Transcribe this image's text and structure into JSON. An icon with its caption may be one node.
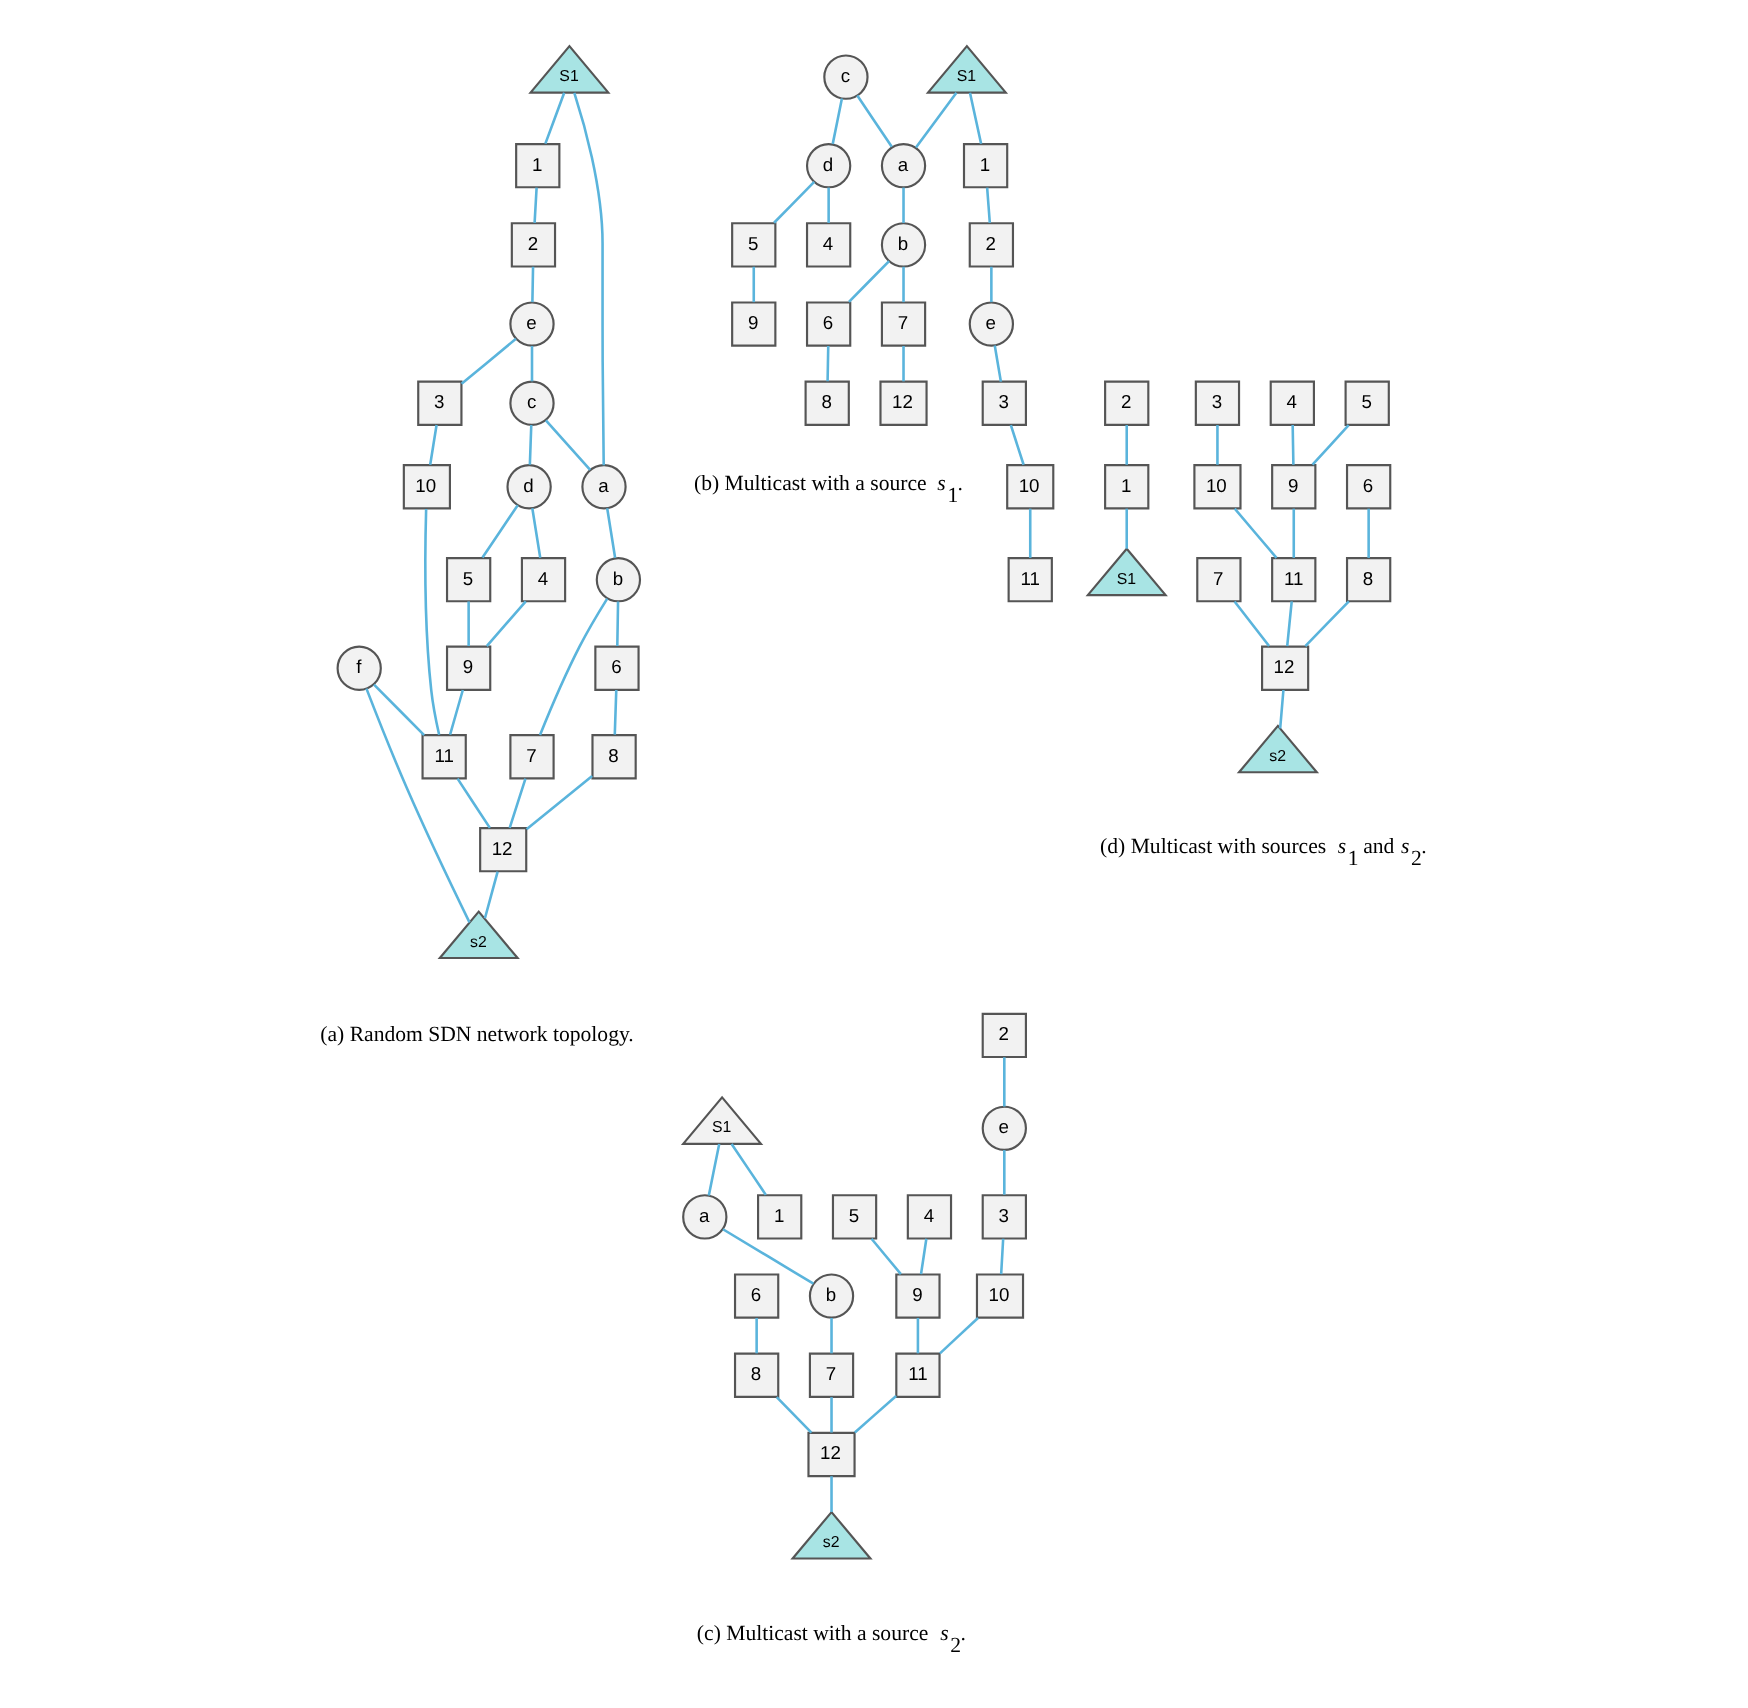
{
  "diagram": {
    "nodes": [
      {
        "text": [
          "S1"
        ]
      },
      {
        "text": [
          "1"
        ]
      },
      {
        "text": [
          "a"
        ]
      },
      {
        "text": [
          "c"
        ]
      },
      {
        "text": [
          "2"
        ]
      },
      {
        "text": [
          "e"
        ]
      },
      {
        "text": [
          "b"
        ]
      },
      {
        "text": [
          "d"
        ]
      },
      {
        "text": [
          "6"
        ]
      },
      {
        "text": [
          "3"
        ]
      },
      {
        "text": [
          "4"
        ]
      },
      {
        "text": [
          "5"
        ]
      },
      {
        "text": [
          "7"
        ]
      },
      {
        "text": [
          "9"
        ]
      },
      {
        "text": [
          "10"
        ]
      },
      {
        "text": [
          "8"
        ]
      },
      {
        "text": [
          "f"
        ]
      },
      {
        "text": [
          "11"
        ]
      },
      {
        "text": [
          "12"
        ]
      },
      {
        "text": [
          "s2"
        ]
      },
      {
        "text": [
          "S1"
        ]
      },
      {
        "text": [
          "1"
        ]
      },
      {
        "text": [
          "a"
        ]
      },
      {
        "text": [
          "c"
        ]
      },
      {
        "text": [
          "2"
        ]
      },
      {
        "text": [
          "e"
        ]
      },
      {
        "text": [
          "b"
        ]
      },
      {
        "text": [
          "d"
        ]
      },
      {
        "text": [
          "6"
        ]
      },
      {
        "text": [
          "3"
        ]
      },
      {
        "text": [
          "4"
        ]
      },
      {
        "text": [
          "5"
        ]
      },
      {
        "text": [
          "7"
        ]
      },
      {
        "text": [
          "9"
        ]
      },
      {
        "text": [
          "10"
        ]
      },
      {
        "text": [
          "8"
        ]
      },
      {
        "text": [
          "11"
        ]
      },
      {
        "text": [
          "12"
        ]
      },
      {
        "text": [
          "S1"
        ]
      },
      {
        "text": [
          "1"
        ]
      },
      {
        "text": [
          "a"
        ]
      },
      {
        "text": [
          "2"
        ]
      },
      {
        "text": [
          "e"
        ]
      },
      {
        "text": [
          "b"
        ]
      },
      {
        "text": [
          "6"
        ]
      },
      {
        "text": [
          "3"
        ]
      },
      {
        "text": [
          "4"
        ]
      },
      {
        "text": [
          "5"
        ]
      },
      {
        "text": [
          "7"
        ]
      },
      {
        "text": [
          "9"
        ]
      },
      {
        "text": [
          "10"
        ]
      },
      {
        "text": [
          "8"
        ]
      },
      {
        "text": [
          "11"
        ]
      },
      {
        "text": [
          "12"
        ]
      },
      {
        "text": [
          "s2"
        ]
      },
      {
        "text": [
          "S1"
        ]
      },
      {
        "text": [
          "1"
        ]
      },
      {
        "text": [
          "2"
        ]
      },
      {
        "text": [
          "6"
        ]
      },
      {
        "text": [
          "3"
        ]
      },
      {
        "text": [
          "4"
        ]
      },
      {
        "text": [
          "5"
        ]
      },
      {
        "text": [
          "7"
        ]
      },
      {
        "text": [
          "9"
        ]
      },
      {
        "text": [
          "10"
        ]
      },
      {
        "text": [
          "8"
        ]
      },
      {
        "text": [
          "11"
        ]
      },
      {
        "text": [
          "12"
        ]
      },
      {
        "text": [
          "s2"
        ]
      }
    ],
    "edges": [
      {
        "from": 0,
        "to": 1,
        "arrow": "none"
      },
      {
        "from": 0,
        "to": 2,
        "arrow": "none"
      },
      {
        "from": 1,
        "to": 4,
        "arrow": "none"
      },
      {
        "from": 4,
        "to": 5,
        "arrow": "none"
      },
      {
        "from": 5,
        "to": 3,
        "arrow": "none"
      },
      {
        "from": 3,
        "to": 2,
        "arrow": "none"
      },
      {
        "from": 2,
        "to": 6,
        "arrow": "none"
      },
      {
        "from": 3,
        "to": 7,
        "arrow": "none"
      },
      {
        "from": 5,
        "to": 9,
        "arrow": "none"
      },
      {
        "from": 7,
        "to": 10,
        "arrow": "none"
      },
      {
        "from": 7,
        "to": 11,
        "arrow": "none"
      },
      {
        "from": 10,
        "to": 13,
        "arrow": "none"
      },
      {
        "from": 11,
        "to": 13,
        "arrow": "none"
      },
      {
        "from": 9,
        "to": 14,
        "arrow": "none"
      },
      {
        "from": 14,
        "to": 17,
        "arrow": "none"
      },
      {
        "from": 13,
        "to": 17,
        "arrow": "none"
      },
      {
        "from": 6,
        "to": 12,
        "arrow": "none"
      },
      {
        "from": 6,
        "to": 8,
        "arrow": "none"
      },
      {
        "from": 8,
        "to": 15,
        "arrow": "none"
      },
      {
        "from": 12,
        "to": 18,
        "arrow": "none"
      },
      {
        "from": 15,
        "to": 18,
        "arrow": "none"
      },
      {
        "from": 16,
        "to": 17,
        "arrow": "none"
      },
      {
        "from": 17,
        "to": 18,
        "arrow": "none"
      },
      {
        "from": 16,
        "to": 19,
        "arrow": "none"
      },
      {
        "from": 18,
        "to": 19,
        "arrow": "none"
      },
      {
        "from": 20,
        "to": 21,
        "arrow": "none"
      },
      {
        "from": 20,
        "to": 22,
        "arrow": "none"
      },
      {
        "from": 21,
        "to": 24,
        "arrow": "none"
      },
      {
        "from": 24,
        "to": 25,
        "arrow": "none"
      },
      {
        "from": 23,
        "to": 22,
        "arrow": "none"
      },
      {
        "from": 22,
        "to": 26,
        "arrow": "none"
      },
      {
        "from": 23,
        "to": 27,
        "arrow": "none"
      },
      {
        "from": 25,
        "to": 29,
        "arrow": "none"
      },
      {
        "from": 27,
        "to": 30,
        "arrow": "none"
      },
      {
        "from": 27,
        "to": 31,
        "arrow": "none"
      },
      {
        "from": 31,
        "to": 33,
        "arrow": "none"
      },
      {
        "from": 29,
        "to": 34,
        "arrow": "none"
      },
      {
        "from": 34,
        "to": 36,
        "arrow": "none"
      },
      {
        "from": 26,
        "to": 32,
        "arrow": "none"
      },
      {
        "from": 26,
        "to": 28,
        "arrow": "none"
      },
      {
        "from": 28,
        "to": 35,
        "arrow": "none"
      },
      {
        "from": 32,
        "to": 37,
        "arrow": "none"
      },
      {
        "from": 38,
        "to": 39,
        "arrow": "none"
      },
      {
        "from": 38,
        "to": 40,
        "arrow": "none"
      },
      {
        "from": 41,
        "to": 42,
        "arrow": "none"
      },
      {
        "from": 40,
        "to": 43,
        "arrow": "none"
      },
      {
        "from": 42,
        "to": 45,
        "arrow": "none"
      },
      {
        "from": 46,
        "to": 49,
        "arrow": "none"
      },
      {
        "from": 47,
        "to": 49,
        "arrow": "none"
      },
      {
        "from": 45,
        "to": 50,
        "arrow": "none"
      },
      {
        "from": 50,
        "to": 52,
        "arrow": "none"
      },
      {
        "from": 49,
        "to": 52,
        "arrow": "none"
      },
      {
        "from": 43,
        "to": 48,
        "arrow": "none"
      },
      {
        "from": 48,
        "to": 53,
        "arrow": "none"
      },
      {
        "from": 44,
        "to": 51,
        "arrow": "none"
      },
      {
        "from": 51,
        "to": 53,
        "arrow": "none"
      },
      {
        "from": 52,
        "to": 53,
        "arrow": "none"
      },
      {
        "from": 53,
        "to": 54,
        "arrow": "none"
      },
      {
        "from": 57,
        "to": 56,
        "arrow": "none"
      },
      {
        "from": 56,
        "to": 55,
        "arrow": "none"
      },
      {
        "from": 59,
        "to": 64,
        "arrow": "none"
      },
      {
        "from": 60,
        "to": 63,
        "arrow": "none"
      },
      {
        "from": 61,
        "to": 63,
        "arrow": "none"
      },
      {
        "from": 64,
        "to": 66,
        "arrow": "none"
      },
      {
        "from": 63,
        "to": 66,
        "arrow": "none"
      },
      {
        "from": 62,
        "to": 67,
        "arrow": "none"
      },
      {
        "from": 58,
        "to": 65,
        "arrow": "none"
      },
      {
        "from": 65,
        "to": 67,
        "arrow": "none"
      },
      {
        "from": 66,
        "to": 67,
        "arrow": "none"
      },
      {
        "from": 67,
        "to": 68,
        "arrow": "none"
      }
    ],
    "labels": [
      "(a) Random SDN network topology.",
      "(b) Multicast with a source *s*$_{1}$.",
      "(c) Multicast with a source *s*$_{2}$.",
      "(d) Multicast with sources *s*$_{1}$ and *s*$_{2}$."
    ]
  }
}
